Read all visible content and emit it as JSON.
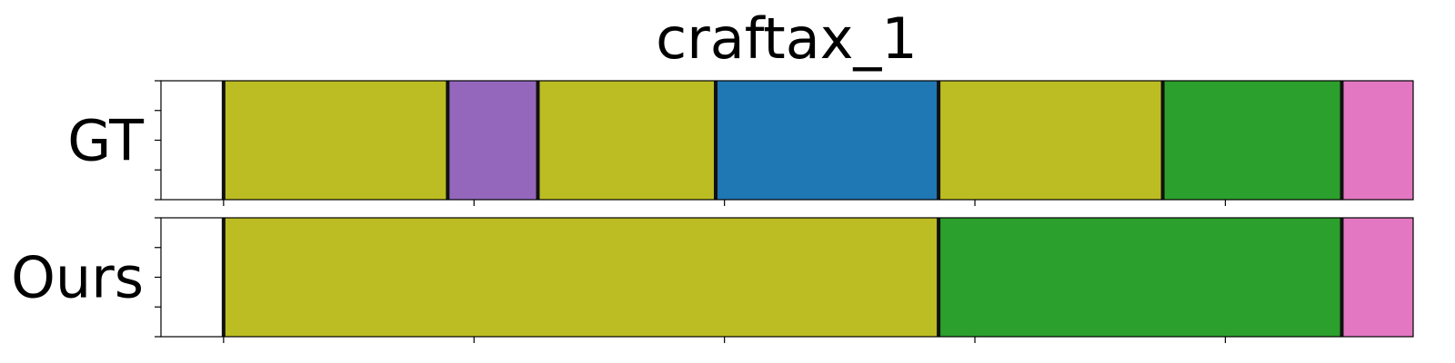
{
  "chart_data": {
    "type": "segmentation",
    "title": "craftax_1",
    "xlim": [
      0,
      1
    ],
    "rows": [
      {
        "label": "GT",
        "segments": [
          {
            "start": 0.05,
            "end": 0.229,
            "color": "#bcbd22"
          },
          {
            "start": 0.229,
            "end": 0.301,
            "color": "#9467bd"
          },
          {
            "start": 0.301,
            "end": 0.443,
            "color": "#bcbd22"
          },
          {
            "start": 0.443,
            "end": 0.621,
            "color": "#1f77b4"
          },
          {
            "start": 0.621,
            "end": 0.8,
            "color": "#bcbd22"
          },
          {
            "start": 0.8,
            "end": 0.943,
            "color": "#2ca02c"
          },
          {
            "start": 0.943,
            "end": 1.05,
            "color": "#e377c2"
          }
        ]
      },
      {
        "label": "Ours",
        "segments": [
          {
            "start": 0.05,
            "end": 0.621,
            "color": "#bcbd22"
          },
          {
            "start": 0.621,
            "end": 0.943,
            "color": "#2ca02c"
          },
          {
            "start": 0.943,
            "end": 1.05,
            "color": "#e377c2"
          }
        ]
      }
    ],
    "grid": false,
    "legend": "none"
  }
}
